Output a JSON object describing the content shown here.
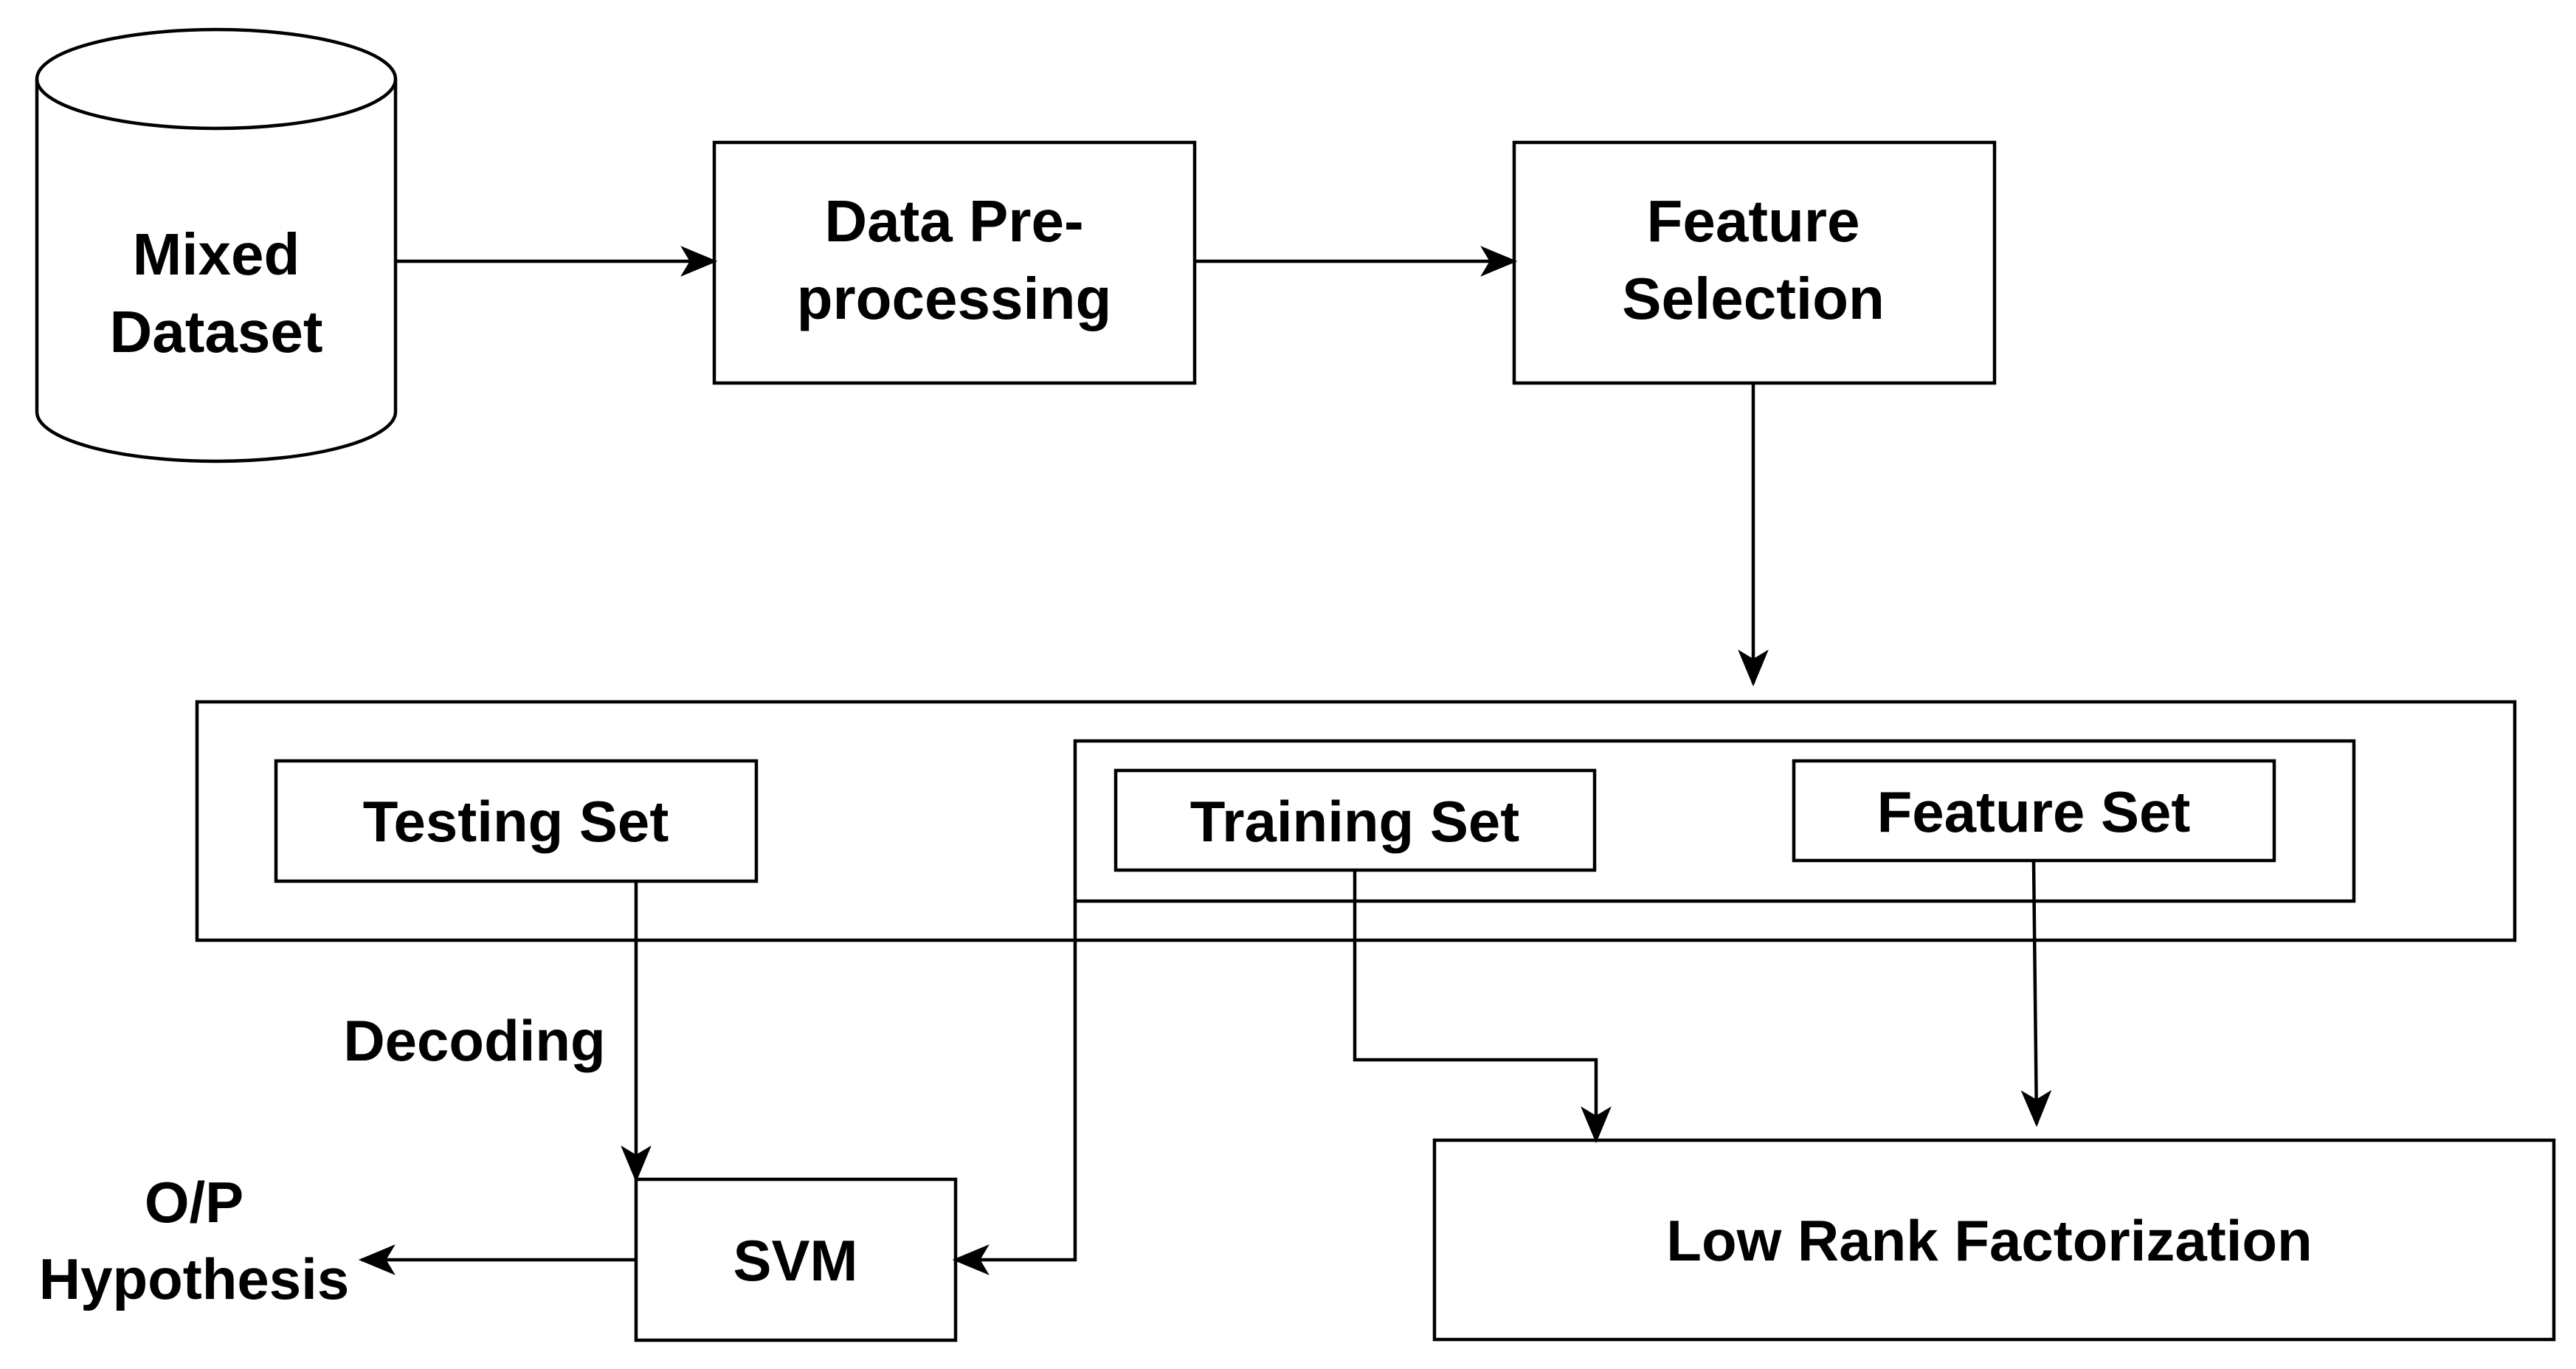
{
  "nodes": {
    "mixed_dataset": {
      "line1": "Mixed",
      "line2": "Dataset"
    },
    "data_preprocessing": {
      "line1": "Data Pre-",
      "line2": "processing"
    },
    "feature_selection": {
      "line1": "Feature",
      "line2": "Selection"
    },
    "testing_set": {
      "label": "Testing Set"
    },
    "training_set": {
      "label": "Training Set"
    },
    "feature_set": {
      "label": "Feature Set"
    },
    "svm": {
      "label": "SVM"
    },
    "low_rank_factorization": {
      "label": "Low Rank Factorization"
    }
  },
  "edge_labels": {
    "decoding": "Decoding",
    "output_line1": "O/P",
    "output_line2": "Hypothesis"
  },
  "colors": {
    "stroke": "#000000",
    "fill": "#ffffff",
    "text": "#000000"
  }
}
